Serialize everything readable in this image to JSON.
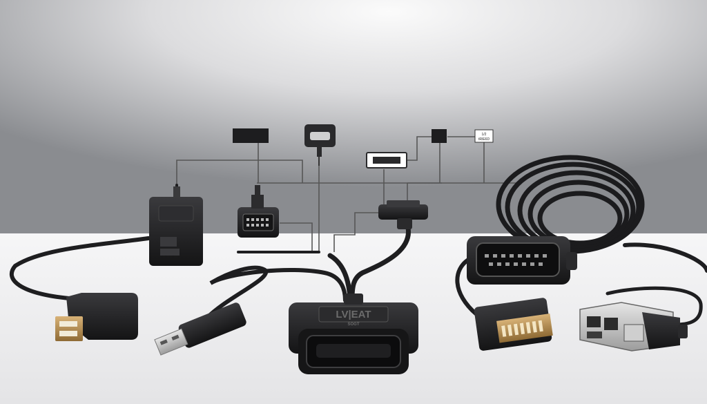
{
  "scene": {
    "background_top": "#8d8f93",
    "background_glow": "#fafafa",
    "floor": "#f1f1f2",
    "cable_color": "#1e1e20",
    "line_color": "#555555"
  },
  "labels": {
    "main_connector_line1": "LV|EAT",
    "main_connector_line2": "SOGT",
    "small_tag_line1": "1/2",
    "small_tag_line2": "tRIE6D"
  },
  "icons": [
    "power-adapter-icon",
    "usb-a-connector-icon",
    "obd2-connector-icon",
    "coiled-cable-icon",
    "ribbon-connector-icon",
    "network-adapter-icon"
  ]
}
